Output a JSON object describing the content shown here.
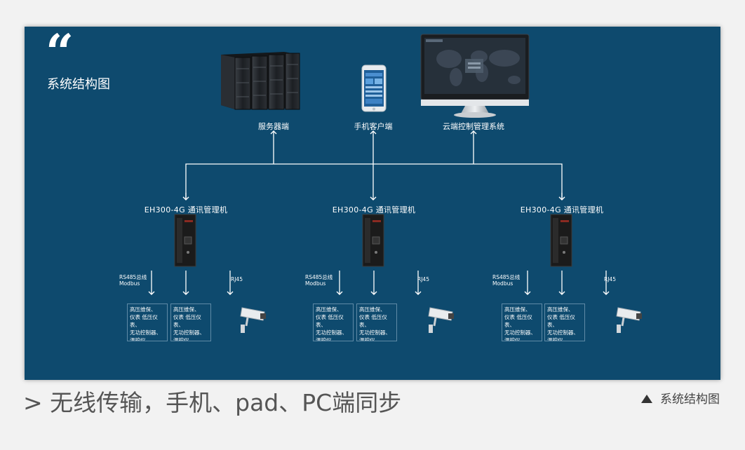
{
  "panel": {
    "quote_mark": "“",
    "title": "系统结构图"
  },
  "top_nodes": [
    {
      "label": "服务器端",
      "icon": "server-rack-icon"
    },
    {
      "label": "手机客户端",
      "icon": "mobile-phone-icon"
    },
    {
      "label": "云端控制管理系统",
      "icon": "monitor-icon"
    }
  ],
  "gateways": [
    {
      "label": "EH300-4G 通讯管理机",
      "bus_label": "RS485总线\nModbus",
      "rj45_label": "RJ45",
      "boxes": [
        "高压维保、\n仪表 低压仪表、\n无功控制器、\n温控仪...",
        "高压维保、\n仪表 低压仪表、\n无功控制器、\n温控仪..."
      ]
    },
    {
      "label": "EH300-4G 通讯管理机",
      "bus_label": "RS485总线\nModbus",
      "rj45_label": "RJ45",
      "boxes": [
        "高压维保、\n仪表 低压仪表、\n无功控制器、\n温控仪...",
        "高压维保、\n仪表 低压仪表、\n无功控制器、\n温控仪..."
      ]
    },
    {
      "label": "EH300-4G 通讯管理机",
      "bus_label": "RS485总线\nModbus",
      "rj45_label": "RJ45",
      "boxes": [
        "高压维保、\n仪表 低压仪表、\n无功控制器、\n温控仪...",
        "高压维保、\n仪表 低压仪表、\n无功控制器、\n温控仪..."
      ]
    }
  ],
  "caption": {
    "left": "> 无线传输，手机、pad、PC端同步",
    "right_icon": "triangle-up-icon",
    "right": "系统结构图"
  },
  "colors": {
    "panel_bg": "#0e4a6e",
    "line": "#ffffff",
    "box_border": "#5f8aa6"
  }
}
